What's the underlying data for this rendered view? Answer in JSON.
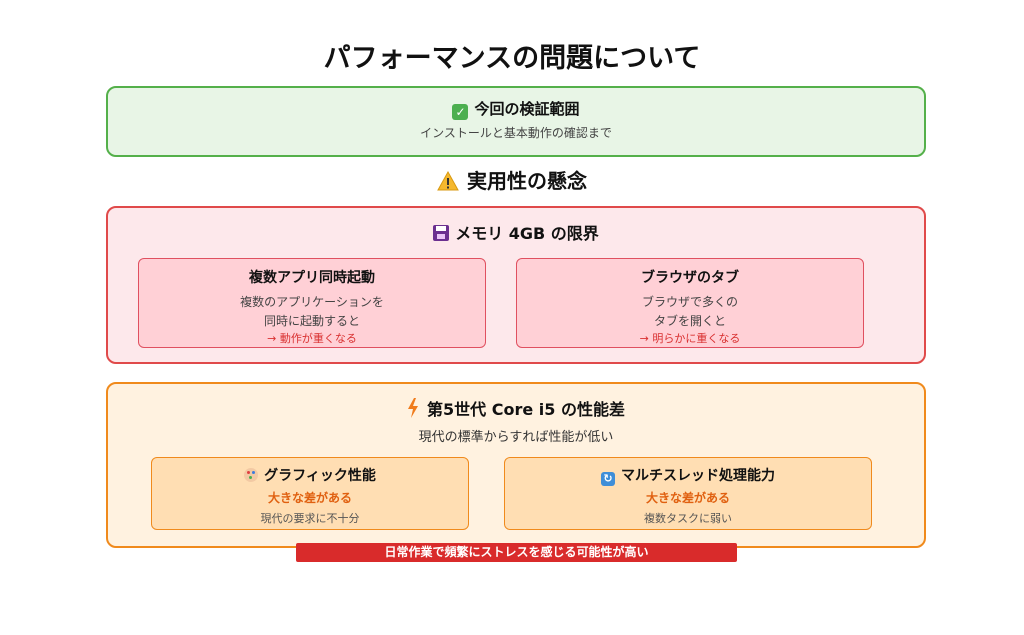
{
  "title": "パフォーマンスの問題について",
  "scope": {
    "heading": "今回の検証範囲",
    "subtitle": "インストールと基本動作の確認まで",
    "icon": "check-icon"
  },
  "concern_heading": "実用性の懸念",
  "memory": {
    "heading": "メモリ 4GB の限界",
    "icon": "floppy-disk-icon",
    "cards": [
      {
        "title": "複数アプリ同時起動",
        "line1": "複数のアプリケーションを",
        "line2": "同時に起動すると",
        "result": "→ 動作が重くなる"
      },
      {
        "title": "ブラウザのタブ",
        "line1": "ブラウザで多くの",
        "line2": "タブを開くと",
        "result": "→ 明らかに重くなる"
      }
    ]
  },
  "cpu": {
    "heading": "第5世代 Core i5 の性能差",
    "subtitle": "現代の標準からすれば性能が低い",
    "icon": "lightning-icon",
    "cards": [
      {
        "title": "グラフィック性能",
        "emphasis": "大きな差がある",
        "note": "現代の要求に不十分",
        "icon": "palette-icon"
      },
      {
        "title": "マルチスレッド処理能力",
        "emphasis": "大きな差がある",
        "note": "複数タスクに弱い",
        "icon": "refresh-icon"
      }
    ]
  },
  "banner": "日常作業で頻繁にストレスを感じる可能性が高い",
  "colors": {
    "green_border": "#54b04a",
    "red_border": "#e04a4a",
    "orange_border": "#f08a1c",
    "banner_bg": "#d92b2b"
  }
}
